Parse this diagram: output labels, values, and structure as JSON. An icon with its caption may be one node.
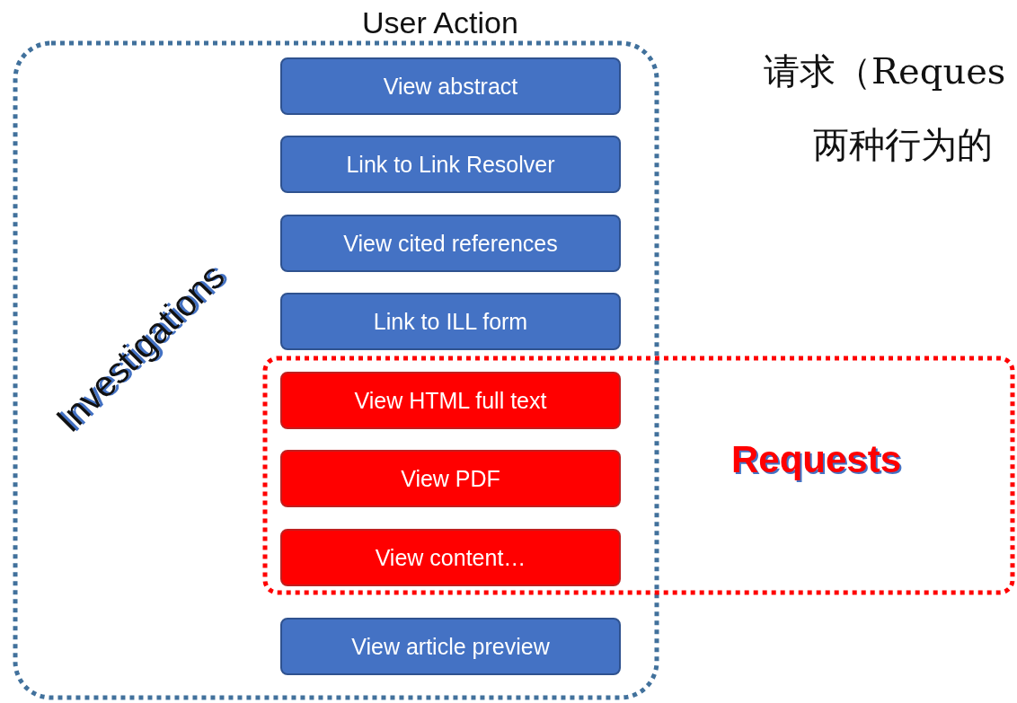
{
  "diagram": {
    "nodes": [
      {
        "text": [
          "Investigations"
        ]
      },
      {
        "text": [
          "View abstract"
        ],
        "in": 0
      },
      {
        "text": [
          "Link to Link Resolver"
        ],
        "in": 0
      },
      {
        "text": [
          "View cited references"
        ],
        "in": 0
      },
      {
        "text": [
          "Link to ILL form"
        ],
        "in": 0
      },
      {
        "text": [
          "Requests"
        ]
      },
      {
        "text": [
          "View HTML full text"
        ]
      },
      {
        "text": [
          "View PDF"
        ]
      },
      {
        "text": [
          "View content…"
        ]
      },
      {
        "text": [
          "View article preview"
        ],
        "in": 0
      }
    ],
    "labels": [
      "User Action",
      "请求（Reques",
      "两种行为的"
    ]
  }
}
